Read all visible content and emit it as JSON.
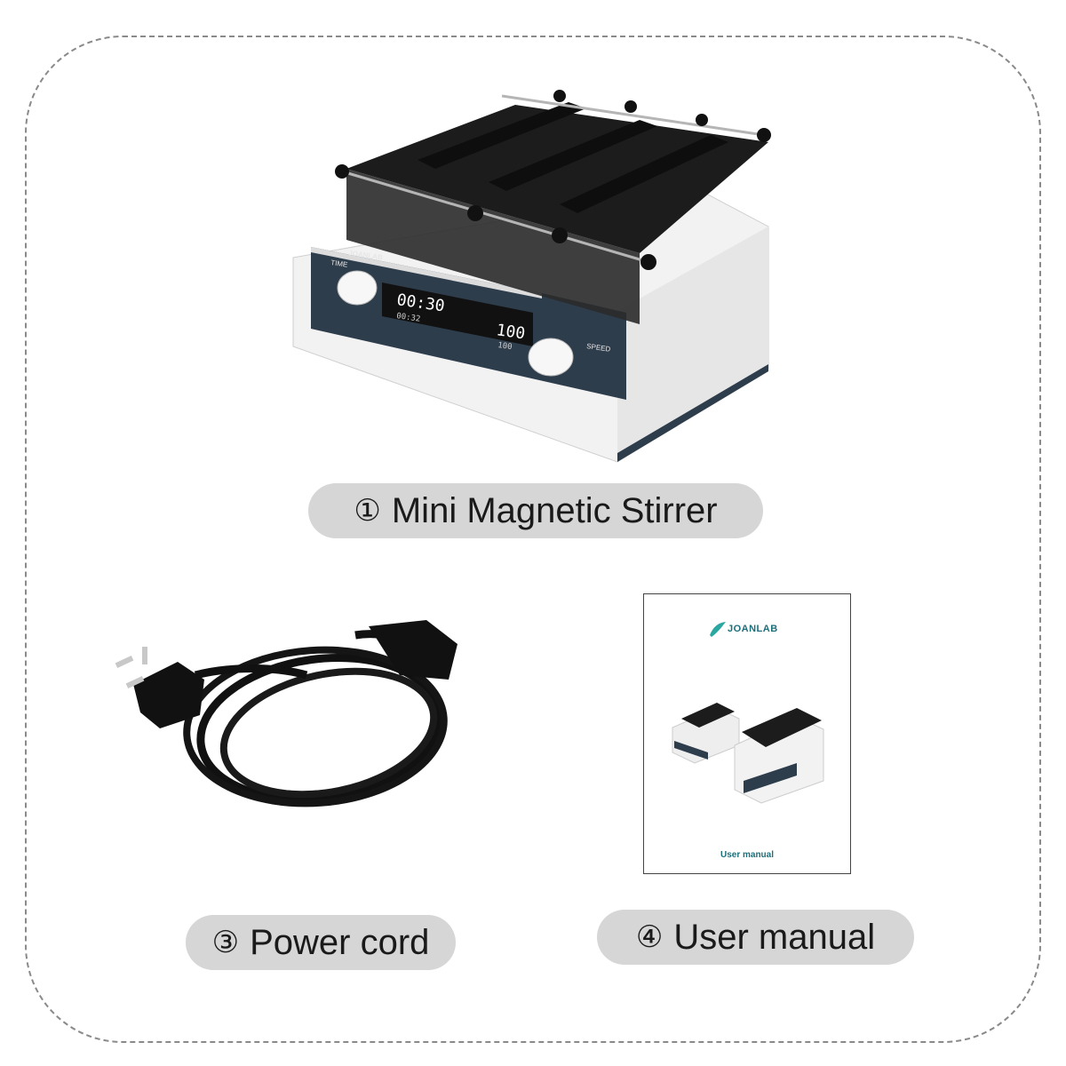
{
  "items": [
    {
      "number": "①",
      "label": "Mini Magnetic Stirrer"
    },
    {
      "number": "③",
      "label": "Power cord"
    },
    {
      "number": "④",
      "label": "User manual"
    }
  ],
  "stirrer_panel": {
    "brand": "JOANLAB",
    "time_label": "TIME",
    "speed_label": "SPEED",
    "time_display": "00:30",
    "time_sub": "00:32",
    "speed_display": "100",
    "speed_sub": "100"
  },
  "manual": {
    "brand": "JOANLAB",
    "title": "User manual"
  },
  "colors": {
    "pill_bg": "#d6d6d6",
    "frame_border": "#8a8a8a",
    "brand_teal": "#1a6f7a",
    "panel_dark": "#2e3d4c"
  }
}
